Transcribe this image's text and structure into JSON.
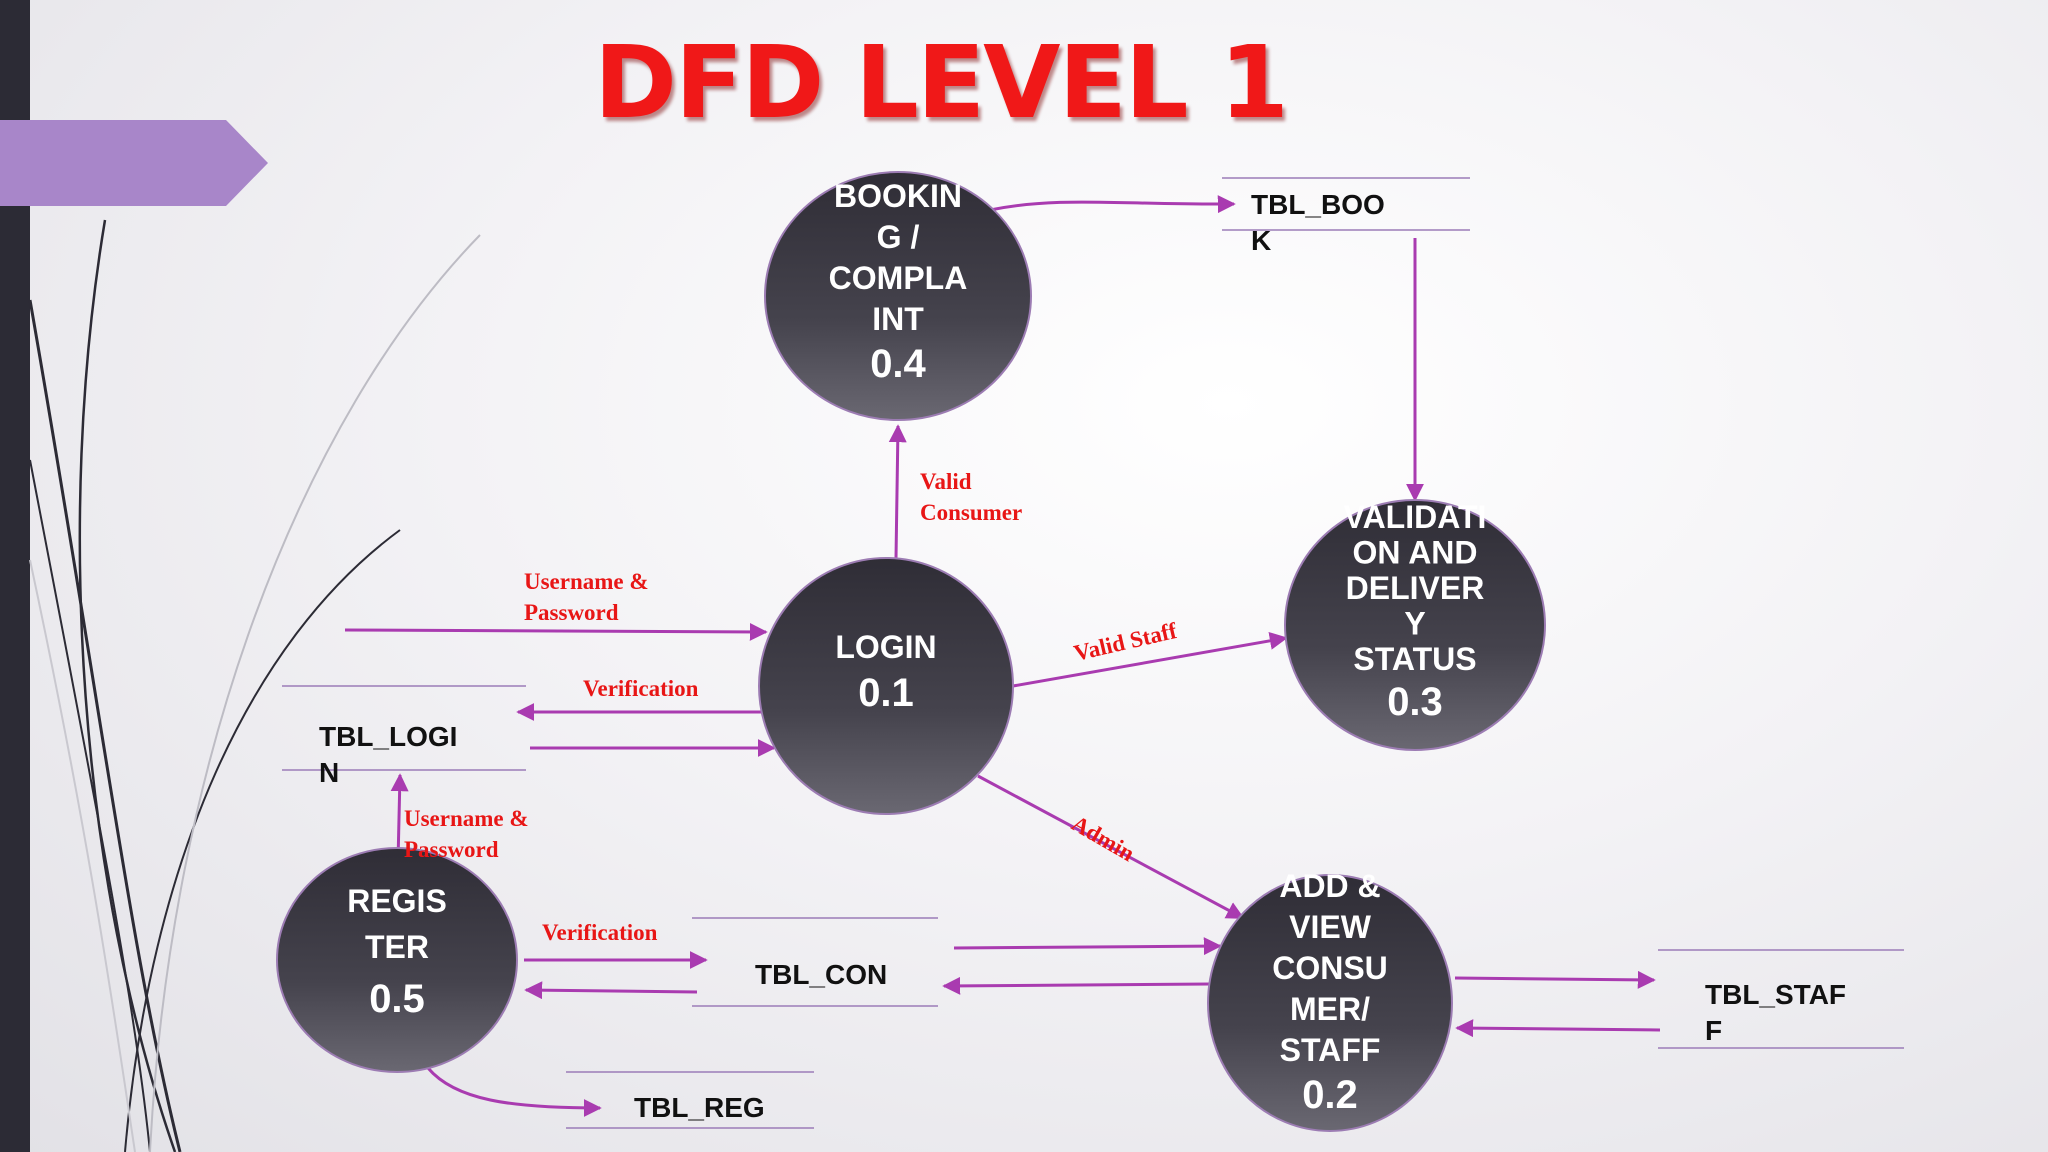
{
  "title": "DFD LEVEL 1",
  "colors": {
    "title_red": "#f01818",
    "process_fill": "#3e3c46",
    "process_stroke": "#9c7cb3",
    "arrow": "#a93bb0",
    "flow_label_red": "#e81616",
    "accent_purple": "#a886c9",
    "left_bar": "#2c2b35"
  },
  "processes": [
    {
      "key": "booking",
      "lines": [
        "BOOKIN",
        "G /",
        "COMPLA",
        "INT"
      ],
      "id": "0.4"
    },
    {
      "key": "login",
      "lines": [
        "LOGIN"
      ],
      "id": "0.1"
    },
    {
      "key": "validation",
      "lines": [
        "VALIDATI",
        "ON AND",
        "DELIVER",
        "Y",
        "STATUS"
      ],
      "id": "0.3"
    },
    {
      "key": "register",
      "lines": [
        "REGIS",
        "TER"
      ],
      "id": "0.5"
    },
    {
      "key": "add-view",
      "lines": [
        "ADD &",
        "VIEW",
        "CONSU",
        "MER/",
        "STAFF"
      ],
      "id": "0.2"
    }
  ],
  "stores": [
    {
      "key": "tbl-book",
      "lines": [
        "TBL_BOO",
        "K"
      ]
    },
    {
      "key": "tbl-login",
      "lines": [
        "TBL_LOGI",
        "N"
      ]
    },
    {
      "key": "tbl-con",
      "lines": [
        "TBL_CON"
      ]
    },
    {
      "key": "tbl-staff",
      "lines": [
        "TBL_STAF",
        "F"
      ]
    },
    {
      "key": "tbl-reg",
      "lines": [
        "TBL_REG"
      ]
    }
  ],
  "flow_labels": [
    {
      "key": "valid-consumer",
      "lines": [
        "Valid",
        "Consumer"
      ]
    },
    {
      "key": "username-password-login",
      "lines": [
        "Username &",
        "Password"
      ]
    },
    {
      "key": "verification-login",
      "lines": [
        "Verification"
      ]
    },
    {
      "key": "valid-staff",
      "lines": [
        "Valid Staff"
      ]
    },
    {
      "key": "admin",
      "lines": [
        "Admin"
      ]
    },
    {
      "key": "username-password-register",
      "lines": [
        "Username &",
        "Password"
      ]
    },
    {
      "key": "verification-register",
      "lines": [
        "Verification"
      ]
    }
  ]
}
